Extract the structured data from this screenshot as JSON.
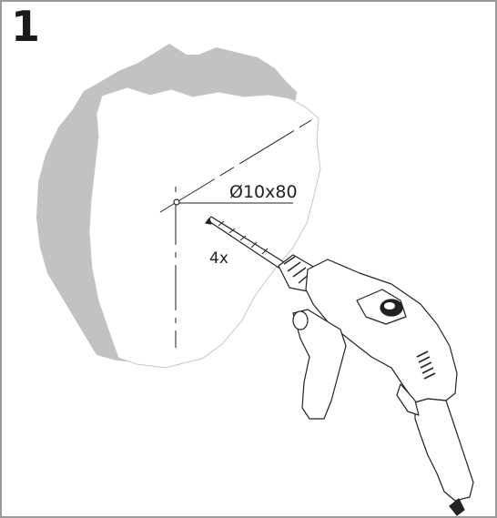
{
  "step": {
    "number": "1"
  },
  "annotations": {
    "hole_spec": "Ø10x80",
    "quantity": "4x"
  },
  "colors": {
    "wall_edge": "#c2c2c2",
    "frame_border": "#9a9a9a",
    "line": "#222222"
  },
  "icons": {
    "drill": "power-drill-icon",
    "wall": "wall-section-icon"
  }
}
